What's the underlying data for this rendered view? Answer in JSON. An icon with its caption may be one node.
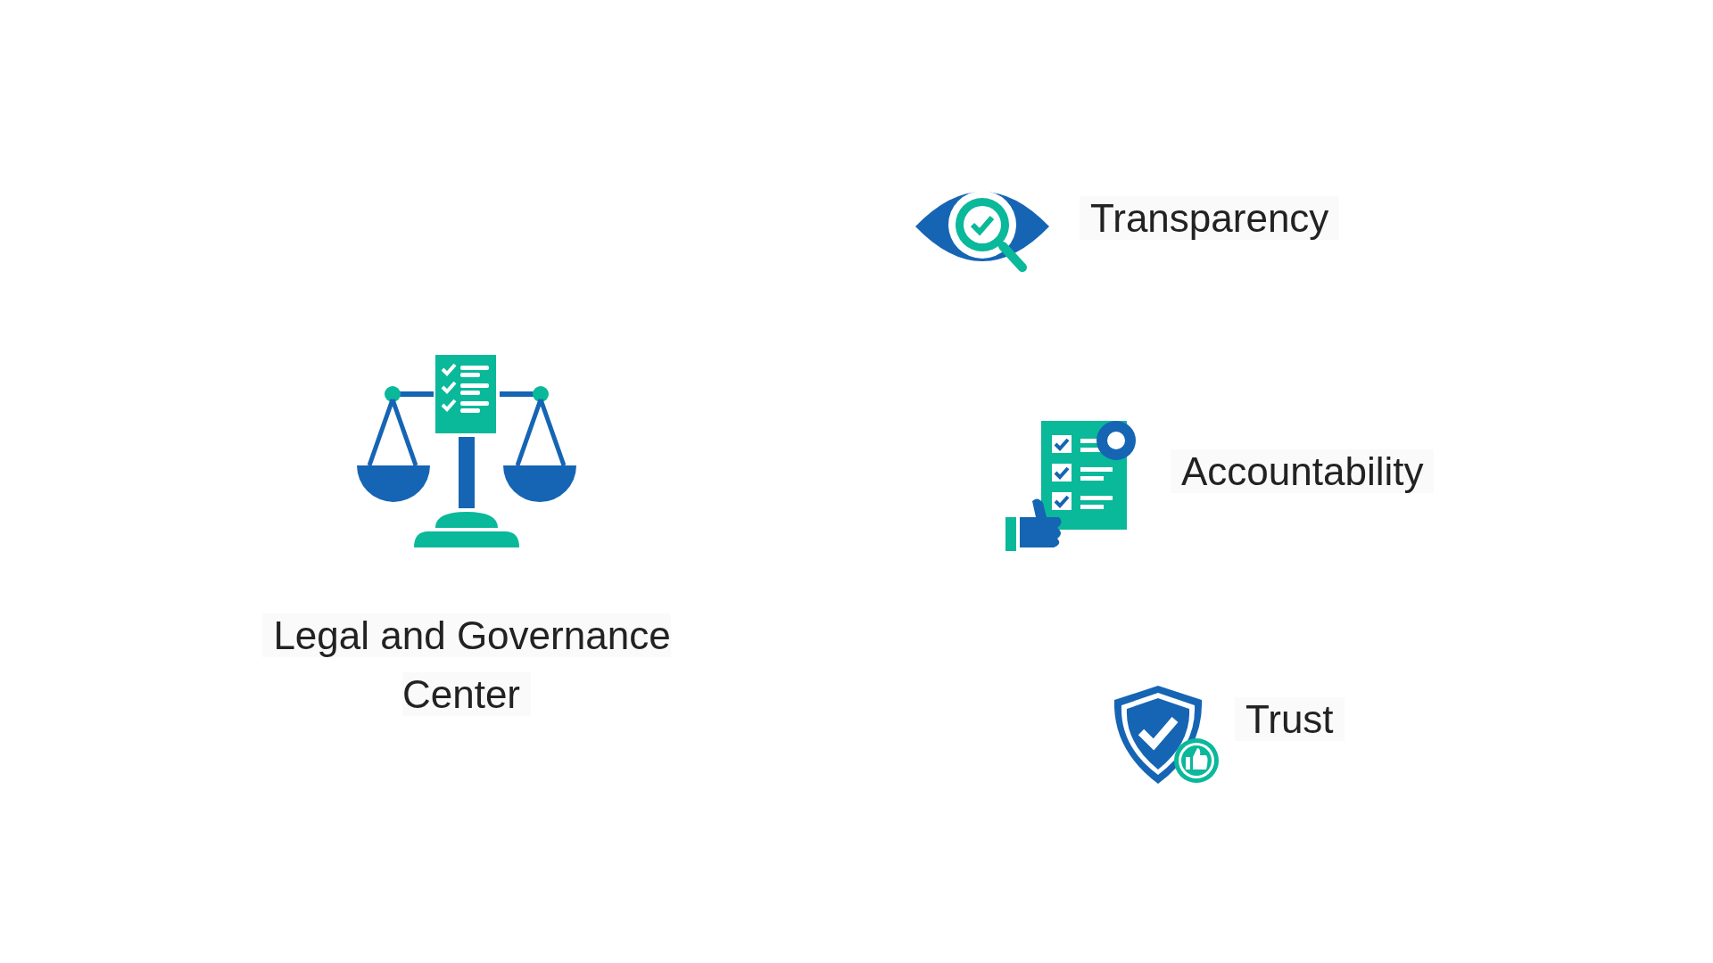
{
  "diagram": {
    "labels": [
      "Legal and Governance Center",
      "Transparency",
      "Accountability",
      "Trust"
    ]
  }
}
